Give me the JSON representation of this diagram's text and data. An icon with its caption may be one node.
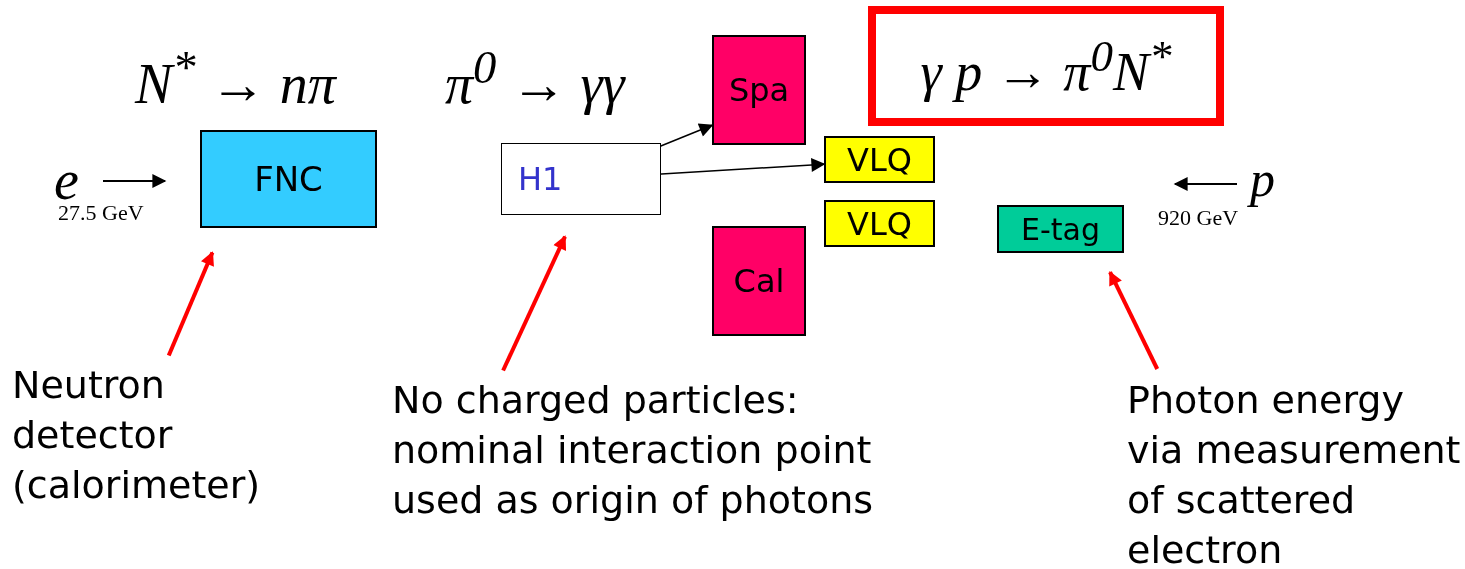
{
  "diagram": {
    "nodes": [
      {
        "text": [
          "FNC"
        ]
      },
      {
        "text": [
          "H1"
        ]
      },
      {
        "text": [
          "Spa"
        ]
      },
      {
        "text": [
          "VLQ"
        ]
      },
      {
        "text": [
          "VLQ"
        ]
      },
      {
        "text": [
          "Cal"
        ]
      },
      {
        "text": [
          "E-tag"
        ]
      },
      {
        "text": [
          "γ p → π$^{0}$N$^{*}$"
        ]
      },
      {
        "text": [
          "Neutron detector (calorimeter)"
        ]
      },
      {
        "text": [
          "No charged particles: nominal interaction point used as origin of photons"
        ]
      },
      {
        "text": [
          "Photon energy via measurement of scattered electron"
        ]
      }
    ],
    "edges": [
      {
        "from": 1,
        "to": 2,
        "arrow": "to",
        "color": "#000000"
      },
      {
        "from": 1,
        "to": 3,
        "arrow": "to",
        "color": "#000000"
      },
      {
        "from": 8,
        "to": 0,
        "arrow": "to"
      },
      {
        "from": 9,
        "to": 1,
        "arrow": "to"
      },
      {
        "from": 10,
        "to": 6,
        "arrow": "to"
      }
    ],
    "labels": [
      "N$^{*}$ → nπ",
      "π$^{0}$ → γγ",
      "e",
      "p",
      "27.5 GeV",
      "920 GeV"
    ]
  }
}
